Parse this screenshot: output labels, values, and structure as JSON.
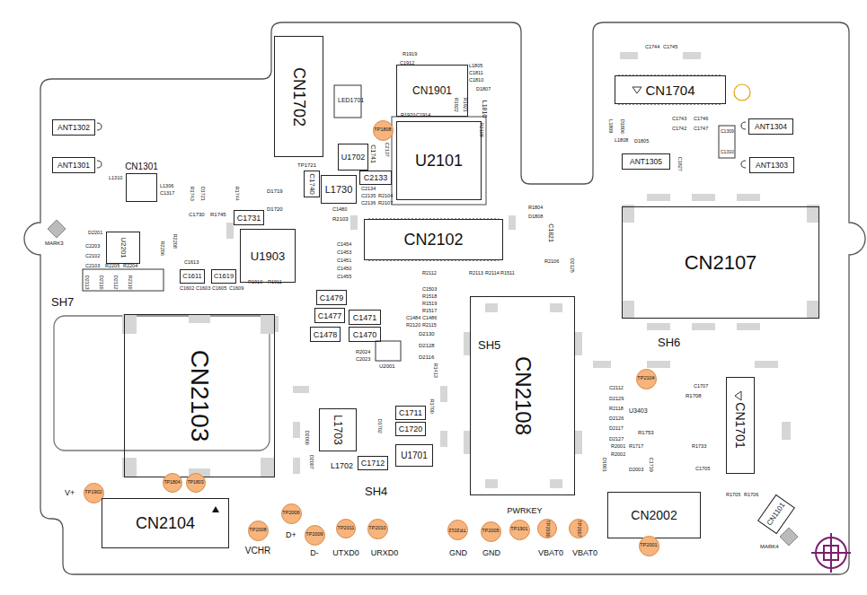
{
  "diagram": {
    "nodes": [
      {
        "text": [
          "CN1702"
        ]
      },
      {
        "text": [
          "CN1901"
        ]
      },
      {
        "text": [
          "CN1704"
        ]
      },
      {
        "text": [
          "ANT1302"
        ]
      },
      {
        "text": [
          "TP1808"
        ]
      },
      {
        "text": [
          "U1702"
        ]
      },
      {
        "text": [
          "U2101"
        ]
      },
      {
        "text": [
          "ANT1304"
        ]
      },
      {
        "text": [
          "ANT1301"
        ]
      },
      {
        "text": [
          "ANT1305"
        ]
      },
      {
        "text": [
          "ANT1303"
        ]
      },
      {
        "text": [
          "CN1301"
        ]
      },
      {
        "text": [
          "C1740"
        ]
      },
      {
        "text": [
          "L1730"
        ]
      },
      {
        "text": [
          "C2133"
        ]
      },
      {
        "text": [
          "C1731"
        ]
      },
      {
        "text": [
          "CN2102"
        ]
      },
      {
        "text": [
          "CN2107"
        ]
      },
      {
        "text": [
          "U2201"
        ]
      },
      {
        "text": [
          "U1903"
        ]
      },
      {
        "text": [
          "C1611"
        ]
      },
      {
        "text": [
          "C1619"
        ]
      },
      {
        "text": [
          "C1479"
        ]
      },
      {
        "text": [
          "C1477"
        ]
      },
      {
        "text": [
          "C1478"
        ]
      },
      {
        "text": [
          "C1471"
        ]
      },
      {
        "text": [
          "C1470"
        ]
      },
      {
        "text": [
          "CN2103"
        ]
      },
      {
        "text": [
          "CN2108"
        ]
      },
      {
        "text": [
          "TP2104"
        ]
      },
      {
        "text": [
          "CN1701"
        ]
      },
      {
        "text": [
          "C1711"
        ]
      },
      {
        "text": [
          "C1720"
        ]
      },
      {
        "text": [
          "L1703"
        ]
      },
      {
        "text": [
          "C1712"
        ]
      },
      {
        "text": [
          "U1701"
        ]
      },
      {
        "text": [
          "TP1902"
        ]
      },
      {
        "text": [
          "TP1804"
        ]
      },
      {
        "text": [
          "TP1803"
        ]
      },
      {
        "text": [
          "CN2104"
        ]
      },
      {
        "text": [
          "CN2002"
        ]
      },
      {
        "text": [
          "CN1101"
        ]
      },
      {
        "text": [
          "TP2008"
        ]
      },
      {
        "text": [
          "TP2006"
        ]
      },
      {
        "text": [
          "TP2009"
        ]
      },
      {
        "text": [
          "TP2011"
        ]
      },
      {
        "text": [
          "TP2010"
        ]
      },
      {
        "text": [
          "TP2012"
        ]
      },
      {
        "text": [
          "TP2005"
        ]
      },
      {
        "text": [
          "TP1901"
        ]
      },
      {
        "text": [
          "TP2030"
        ]
      },
      {
        "text": [
          "TP2007"
        ]
      },
      {
        "text": [
          "TP2001"
        ]
      }
    ],
    "labels": [
      "LED1701",
      "TP1721",
      "R1919",
      "C1912",
      "L1805",
      "C1811",
      "C1810",
      "D1807",
      "L1810",
      "R1920",
      "C1914",
      "R1922",
      "R1921",
      "R2108",
      "C1744",
      "C1745",
      "L1809",
      "D1806",
      "C1743",
      "C1746",
      "C1742",
      "C1747",
      "L1808",
      "D1805",
      "C1309",
      "C1310",
      "C1827",
      "C2137",
      "C1741",
      "C2134",
      "C2135",
      "C2136",
      "R2104",
      "R2107",
      "C1480",
      "R2103",
      "L1310",
      "L1306",
      "C1317",
      "R1743",
      "D1721",
      "R1744",
      "D1719",
      "C1730",
      "R1745",
      "D1720",
      "C1454",
      "C1453",
      "C1451",
      "C1450",
      "C1455",
      "D2201",
      "C2203",
      "C2102",
      "C2103",
      "R2205",
      "R2204",
      "R2208",
      "R2206",
      "C1613",
      "C1602",
      "C1603",
      "C1605",
      "C1609",
      "R1910",
      "R1911",
      "D2113",
      "D2110",
      "D2112",
      "R2110",
      "R2112",
      "R2113",
      "R2114",
      "R1511",
      "C1503",
      "R1518",
      "R1519",
      "R1517",
      "C1484",
      "C1486",
      "R2120",
      "R2115",
      "D2130",
      "D2128",
      "D2116",
      "R2024",
      "C2023",
      "U2001",
      "R1413",
      "D2006",
      "D2007",
      "D1702",
      "R1700",
      "L1702",
      "R1804",
      "D1808",
      "C1821",
      "R2106",
      "D2125",
      "C2112",
      "D2129",
      "R2118",
      "D2126",
      "D2117",
      "D2127",
      "U3403",
      "R1753",
      "R1708",
      "C1707",
      "R1733",
      "R1717",
      "R2001",
      "R2002",
      "D2003",
      "C1719",
      "C1705",
      "D1901",
      "R1705",
      "R1706",
      "MARK3",
      "MARK4",
      "SH7",
      "SH5",
      "SH6",
      "SH4",
      "V+",
      "VCHR",
      "D+",
      "D-",
      "UTXD0",
      "URXD0",
      "GND",
      "GND",
      "PWRKEY",
      "VBAT0",
      "VBAT0"
    ]
  }
}
